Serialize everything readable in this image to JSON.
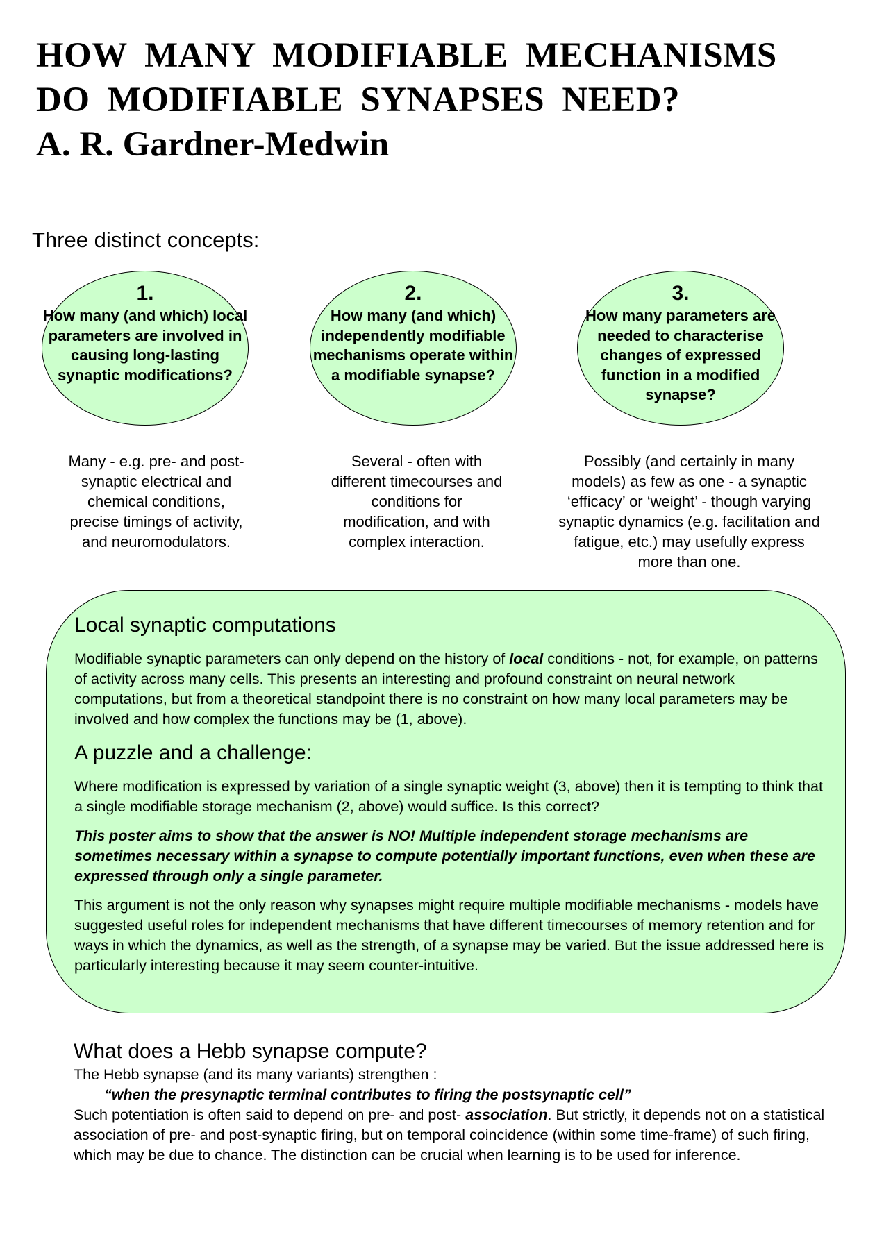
{
  "title": {
    "line1": "HOW MANY MODIFIABLE MECHANISMS",
    "line2": "DO MODIFIABLE SYNAPSES NEED?",
    "author": "A. R. Gardner-Medwin"
  },
  "concepts": {
    "heading": "Three distinct concepts:",
    "items": [
      {
        "number": "1.",
        "question": "How many (and which) local parameters are involved in causing long-lasting synaptic modifications?",
        "answer": "Many - e.g. pre- and post-synaptic electrical and chemical conditions, precise timings of activity, and neuromodulators."
      },
      {
        "number": "2.",
        "question": "How many (and which) independently modifiable mechanisms operate within a modifiable synapse?",
        "answer": "Several - often with different timecourses and conditions for modification, and with complex interaction."
      },
      {
        "number": "3.",
        "question": "How many parameters are needed to characterise changes of expressed function in a modified synapse?",
        "answer": "Possibly (and certainly in many models) as few as one - a synaptic ‘efficacy’ or ‘weight’ - though varying synaptic dynamics (e.g. facilitation and fatigue, etc.) may usefully express more than one."
      }
    ]
  },
  "local_computations": {
    "heading": "Local synaptic computations",
    "p1_before": "Modifiable synaptic parameters can only depend on the history of ",
    "p1_emph": "local",
    "p1_after": " conditions - not, for example, on patterns of activity across many cells.  This presents an interesting and profound constraint on neural network computations, but from a theoretical standpoint there is no constraint on how many local parameters may be involved and how  complex the functions may be (1, above)."
  },
  "puzzle": {
    "heading": "A puzzle and a challenge:",
    "p1": "Where modification is expressed by variation of a single synaptic weight (3, above) then it is tempting to think that a single modifiable storage mechanism (2, above) would suffice.  Is this correct?",
    "p2": "This poster aims to show that the answer is NO!  Multiple independent storage mechanisms are sometimes necessary within a synapse to compute potentially important functions, even when these are expressed through only a single parameter.",
    "p3": "This argument is not the only reason why synapses might require multiple modifiable mechanisms - models have suggested useful roles for independent mechanisms that have different timecourses of memory retention and for ways in which the dynamics, as well as the strength, of a synapse may be varied.  But the issue addressed here is particularly interesting because it may seem counter-intuitive."
  },
  "hebb": {
    "heading": "What does a Hebb synapse compute?",
    "intro": "The Hebb synapse (and its many variants) strengthen :",
    "quote": "“when the presynaptic terminal contributes to firing the postsynaptic cell”",
    "body_before": "Such potentiation is often said to depend on pre- and post-  ",
    "body_emph": "association",
    "body_after": ".  But strictly, it depends not on a statistical association of pre- and post-synaptic firing, but on temporal coincidence (within some time-frame) of such firing, which may be due to chance.  The distinction can be crucial when learning is to be used for inference."
  }
}
